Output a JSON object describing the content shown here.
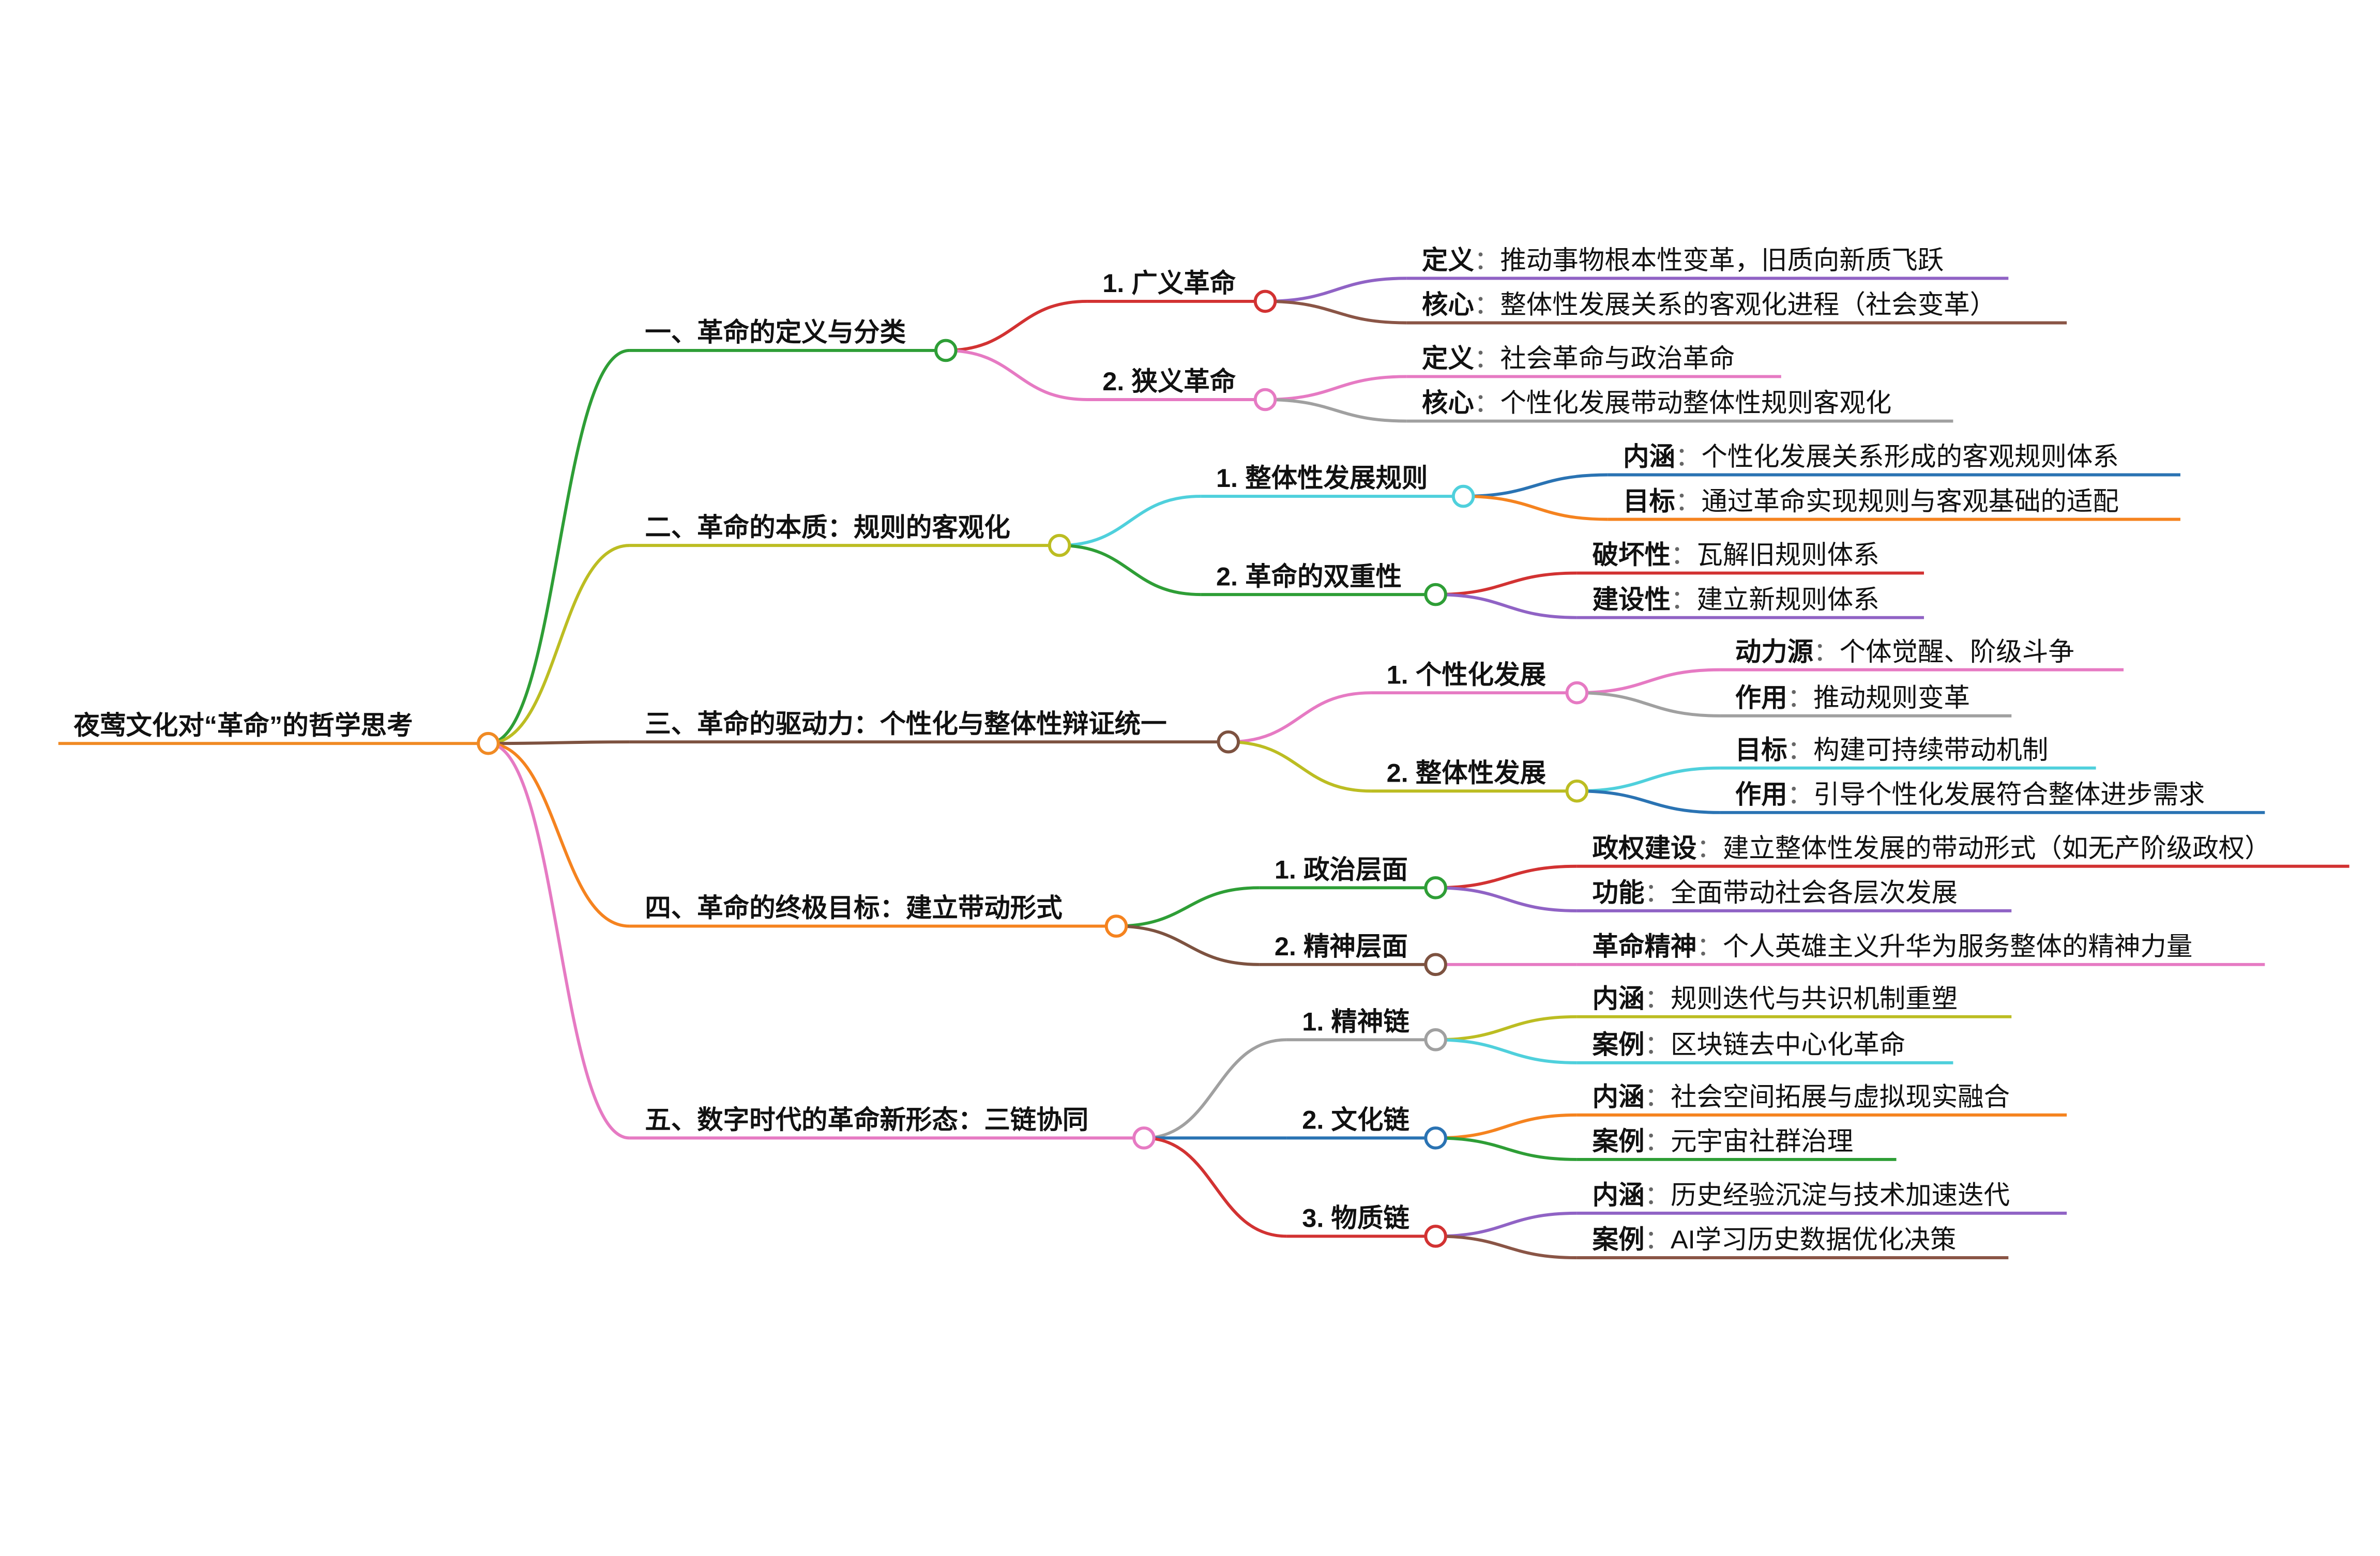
{
  "root": {
    "label": "夜莺文化对“革命”的哲学思考",
    "color": "#f08a24"
  },
  "branches": [
    {
      "label": "一、革命的定义与分类",
      "color": "#2e9e36",
      "children": [
        {
          "label": "1. 广义革命",
          "color": "#d23232",
          "children": [
            {
              "key": "定义",
              "value": "推动事物根本性变革，旧质向新质飞跃",
              "color": "#9063c5"
            },
            {
              "key": "核心",
              "value": "整体性发展关系的客观化进程（社会变革）",
              "color": "#8a5546"
            }
          ]
        },
        {
          "label": "2. 狭义革命",
          "color": "#e67ac3",
          "children": [
            {
              "key": "定义",
              "value": "社会革命与政治革命",
              "color": "#e67ac3"
            },
            {
              "key": "核心",
              "value": "个性化发展带动整体性规则客观化",
              "color": "#a0a0a0"
            }
          ]
        }
      ]
    },
    {
      "label": "二、革命的本质：规则的客观化",
      "color": "#bcbd22",
      "children": [
        {
          "label": "1. 整体性发展规则",
          "color": "#4fd0dc",
          "children": [
            {
              "key": "内涵",
              "value": "个性化发展关系形成的客观规则体系",
              "color": "#2a73b3"
            },
            {
              "key": "目标",
              "value": "通过革命实现规则与客观基础的适配",
              "color": "#f5831f"
            }
          ]
        },
        {
          "label": "2. 革命的双重性",
          "color": "#2e9e36",
          "children": [
            {
              "key": "破坏性",
              "value": "瓦解旧规则体系",
              "color": "#d23232"
            },
            {
              "key": "建设性",
              "value": "建立新规则体系",
              "color": "#9063c5"
            }
          ]
        }
      ]
    },
    {
      "label": "三、革命的驱动力：个性化与整体性辩证统一",
      "color": "#7d5240",
      "children": [
        {
          "label": "1. 个性化发展",
          "color": "#e67ac3",
          "children": [
            {
              "key": "动力源",
              "value": "个体觉醒、阶级斗争",
              "color": "#e67ac3"
            },
            {
              "key": "作用",
              "value": "推动规则变革",
              "color": "#a0a0a0"
            }
          ]
        },
        {
          "label": "2. 整体性发展",
          "color": "#bcbd22",
          "children": [
            {
              "key": "目标",
              "value": "构建可持续带动机制",
              "color": "#4fd0dc"
            },
            {
              "key": "作用",
              "value": "引导个性化发展符合整体进步需求",
              "color": "#2a73b3"
            }
          ]
        }
      ]
    },
    {
      "label": "四、革命的终极目标：建立带动形式",
      "color": "#f5831f",
      "children": [
        {
          "label": "1. 政治层面",
          "color": "#2e9e36",
          "children": [
            {
              "key": "政权建设",
              "value": "建立整体性发展的带动形式（如无产阶级政权）",
              "color": "#d23232"
            },
            {
              "key": "功能",
              "value": "全面带动社会各层次发展",
              "color": "#9063c5"
            }
          ]
        },
        {
          "label": "2. 精神层面",
          "color": "#7d5240",
          "children": [
            {
              "key": "革命精神",
              "value": "个人英雄主义升华为服务整体的精神力量",
              "color": "#e67ac3"
            }
          ]
        }
      ]
    },
    {
      "label": "五、数字时代的革命新形态：三链协同",
      "color": "#e67ac3",
      "children": [
        {
          "label": "1. 精神链",
          "color": "#a0a0a0",
          "children": [
            {
              "key": "内涵",
              "value": "规则迭代与共识机制重塑",
              "color": "#bcbd22"
            },
            {
              "key": "案例",
              "value": "区块链去中心化革命",
              "color": "#4fd0dc"
            }
          ]
        },
        {
          "label": "2. 文化链",
          "color": "#2a73b3",
          "children": [
            {
              "key": "内涵",
              "value": "社会空间拓展与虚拟现实融合",
              "color": "#f5831f"
            },
            {
              "key": "案例",
              "value": "元宇宙社群治理",
              "color": "#2e9e36"
            }
          ]
        },
        {
          "label": "3. 物质链",
          "color": "#d23232",
          "children": [
            {
              "key": "内涵",
              "value": "历史经验沉淀与技术加速迭代",
              "color": "#9063c5"
            },
            {
              "key": "案例",
              "value": "AI学习历史数据优化决策",
              "color": "#8a5546"
            }
          ]
        }
      ]
    }
  ]
}
